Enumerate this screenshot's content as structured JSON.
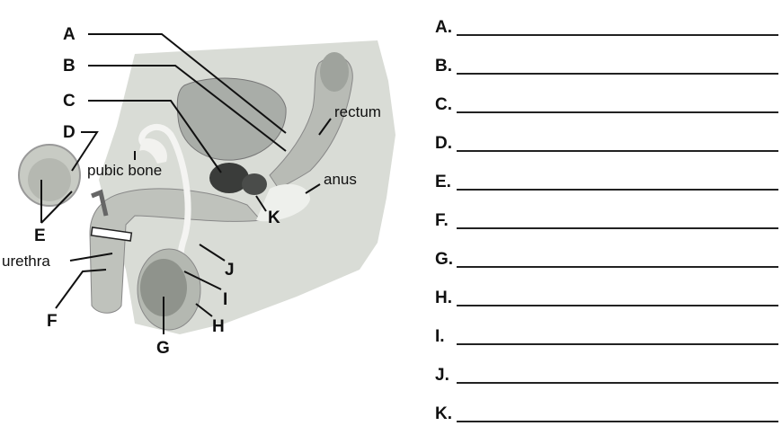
{
  "diagram": {
    "labels": {
      "A": "A",
      "B": "B",
      "C": "C",
      "D": "D",
      "E": "E",
      "F": "F",
      "G": "G",
      "H": "H",
      "I": "I",
      "J": "J",
      "K": "K"
    },
    "words": {
      "rectum": "rectum",
      "anus": "anus",
      "pubic_bone": "pubic bone",
      "urethra": "urethra"
    }
  },
  "answers": [
    {
      "letter": "A."
    },
    {
      "letter": "B."
    },
    {
      "letter": "C."
    },
    {
      "letter": "D."
    },
    {
      "letter": "E."
    },
    {
      "letter": "F."
    },
    {
      "letter": "G."
    },
    {
      "letter": "H."
    },
    {
      "letter": "I."
    },
    {
      "letter": "J."
    },
    {
      "letter": "K."
    }
  ]
}
